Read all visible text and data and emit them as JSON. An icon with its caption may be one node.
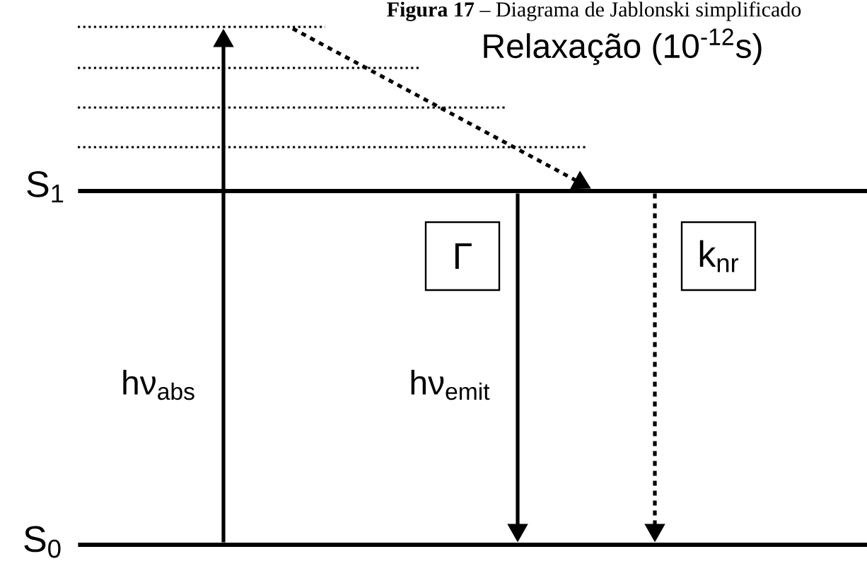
{
  "diagram": {
    "title": "**Figura 17** – Diagrama de Jablonski simplificado",
    "nodes": [
      {
        "text": [
          "S$_{1}$"
        ]
      },
      {
        "text": [
          "S$_{0}$"
        ]
      },
      {
        "text": [],
        "shape": "bar"
      },
      {
        "text": [],
        "shape": "bar"
      },
      {
        "text": [],
        "shape": "bar"
      },
      {
        "text": [],
        "shape": "bar"
      },
      {
        "text": [
          "Γ"
        ]
      },
      {
        "text": [
          "k$_{nr}$"
        ]
      }
    ],
    "edges": [
      {
        "from": 1,
        "to": 2,
        "arrow": "to",
        "label": "hν$_{abs}$"
      },
      {
        "from": 2,
        "to": 0,
        "arrow": "to",
        "style": "dashed",
        "label": "Relaxação (10$^{-12}$s)"
      },
      {
        "from": 0,
        "to": 1,
        "arrow": "to",
        "label": "hν$_{emit}$"
      },
      {
        "from": 0,
        "to": 1,
        "arrow": "to",
        "style": "dashed"
      }
    ]
  }
}
